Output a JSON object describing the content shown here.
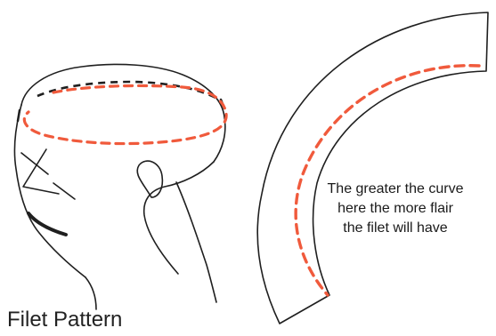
{
  "caption": "Filet Pattern",
  "note_lines": [
    "The greater the curve",
    "here the more flair",
    "the filet will have"
  ],
  "colors": {
    "ink": "#1f1f1f",
    "dash": "#f05a3c",
    "background": "#ffffff"
  }
}
